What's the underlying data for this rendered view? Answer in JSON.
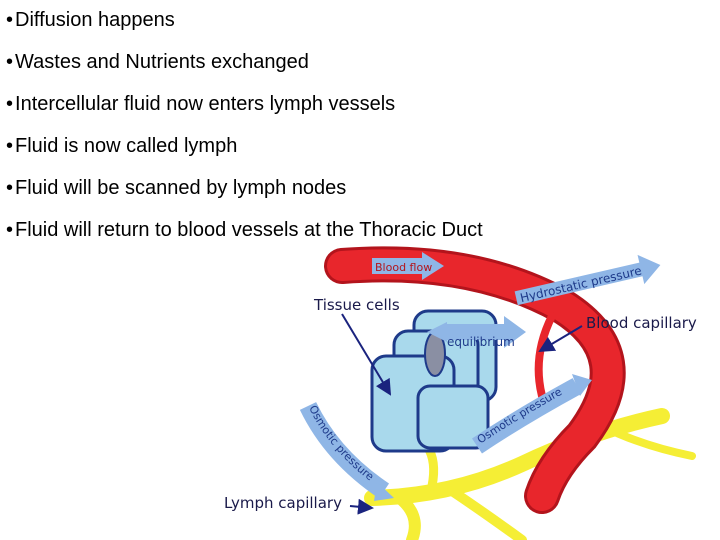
{
  "bullets": [
    "Diffusion happens",
    "Wastes and Nutrients exchanged",
    "Intercellular fluid now enters lymph vessels",
    "Fluid is now called lymph",
    "Fluid will be scanned by lymph nodes",
    "Fluid will return to blood vessels at the Thoracic Duct"
  ],
  "bullet_glyph": "•",
  "diagram": {
    "labels": {
      "blood_flow": "Blood flow",
      "hydrostatic_pressure": "Hydrostatic pressure",
      "tissue_cells": "Tissue cells",
      "blood_capillary": "Blood capillary",
      "equilibrium": "equilibrium",
      "osmotic_pressure_right": "Osmotic pressure",
      "osmotic_pressure_left": "Osmotic pressure",
      "lymph_capillary": "Lymph capillary"
    },
    "colors": {
      "blood": "#e8262c",
      "blood_dark": "#b3141c",
      "lymph": "#f5ee35",
      "cell_fill": "#a9d9ec",
      "cell_outline": "#1e3a8a",
      "nucleus": "#8a8fa3",
      "arrow_fill": "#8fb6e6",
      "pointer": "#1a237e"
    }
  }
}
